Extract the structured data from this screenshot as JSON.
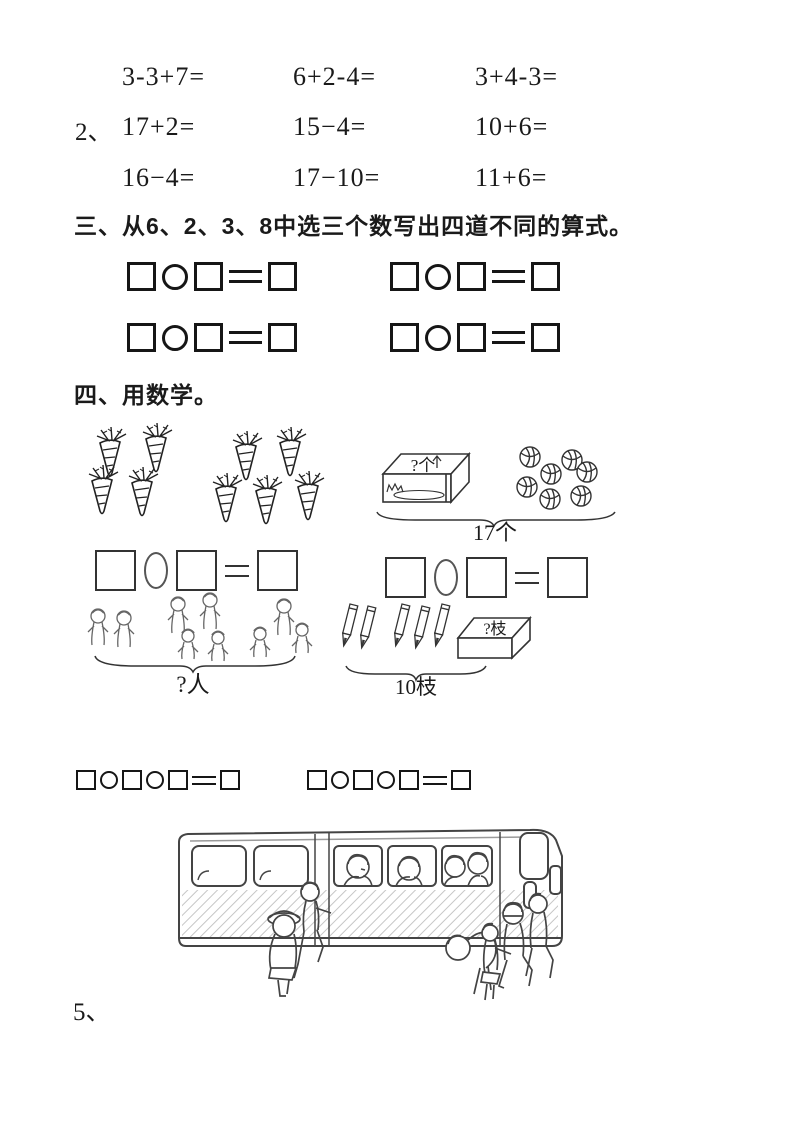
{
  "section_calc": {
    "rows": [
      {
        "label": "",
        "problems": [
          "3-3+7=",
          "6+2-4=",
          "3+4-3="
        ]
      },
      {
        "label": "2、",
        "problems": [
          "17+2=",
          "15−4=",
          "10+6="
        ]
      },
      {
        "label": "",
        "problems": [
          "16−4=",
          "17−10=",
          "11+6="
        ]
      }
    ]
  },
  "section_three": {
    "title": "三、从6、2、3、8中选三个数写出四道不同的算式。",
    "template_tokens": [
      "box",
      "circle",
      "box",
      "equals",
      "box"
    ],
    "template_count": 4
  },
  "section_four": {
    "title": "四、用数学。",
    "equation_tokens": [
      "box",
      "circle",
      "box",
      "equals",
      "box"
    ],
    "long_equation_tokens": [
      "box",
      "circle",
      "box",
      "circle",
      "box",
      "equals",
      "box"
    ],
    "carrot_problem": {
      "group_counts": [
        4,
        5
      ]
    },
    "ball_problem": {
      "box_label": "?个",
      "ball_count": 7,
      "total_label": "17个"
    },
    "people_problem": {
      "figure_count": 9,
      "total_label": "?人"
    },
    "pencil_problem": {
      "group_counts": [
        2,
        3
      ],
      "box_label": "?枝",
      "total_label": "10枝"
    }
  },
  "section_five": {
    "label": "5、"
  }
}
